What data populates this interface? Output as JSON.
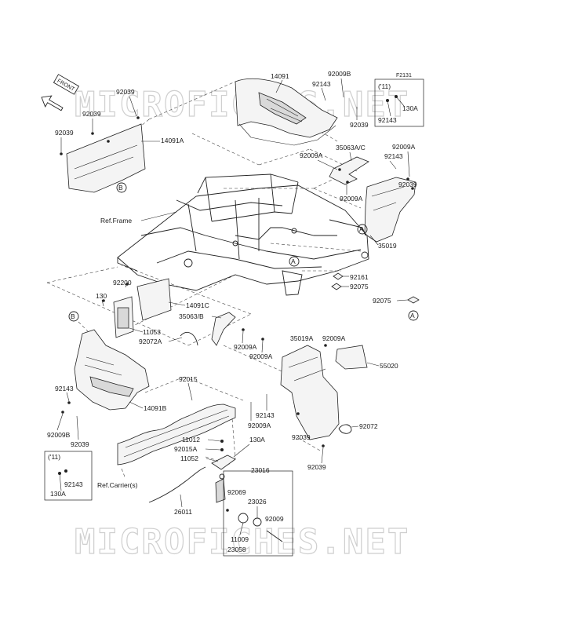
{
  "watermark": {
    "top": "MICROFICHES.NET",
    "bottom": "MICROFICHES.NET"
  },
  "front_arrow": {
    "label": "FRONT"
  },
  "figure_code": "F2131",
  "refs": {
    "frame": "Ref.Frame",
    "carrier": "Ref.Carrier(s)"
  },
  "callouts": {
    "A1": "A",
    "A2": "A",
    "A3": "A",
    "B1": "B",
    "B2": "B"
  },
  "inset_top": {
    "year": "('11)",
    "p1": "130A",
    "p2": "92143"
  },
  "inset_bottom": {
    "year": "('11)",
    "p1": "92143",
    "p2": "130A"
  },
  "labels": {
    "l01": "14091",
    "l02": "92009B",
    "l03": "92143",
    "l04": "92039",
    "l05": "92039",
    "l06": "92039",
    "l07": "14091A",
    "l08": "92039",
    "l09": "35063A/C",
    "l10": "92009A",
    "l11": "92143",
    "l12": "92009A",
    "l13": "92009A",
    "l14": "92039",
    "l15": "35019",
    "l16": "92161",
    "l17": "92075",
    "l18": "92075",
    "l19": "92200",
    "l20": "130",
    "l21": "14091C",
    "l22": "35063/B",
    "l23": "11053",
    "l24": "92072A",
    "l25": "92009A",
    "l26": "92009A",
    "l27": "35019A",
    "l28": "92009A",
    "l29": "55020",
    "l30": "92143",
    "l31": "14091B",
    "l32": "92009B",
    "l33": "92039",
    "l34": "92015",
    "l35": "92009A",
    "l36": "92143",
    "l37": "92039",
    "l38": "92072",
    "l39": "11012",
    "l40": "92015A",
    "l41": "11052",
    "l42": "130A",
    "l43": "92039",
    "l44": "23016",
    "l45": "92069",
    "l46": "23026",
    "l47": "92009",
    "l48": "26011",
    "l49": "11009",
    "l50": "23058"
  }
}
